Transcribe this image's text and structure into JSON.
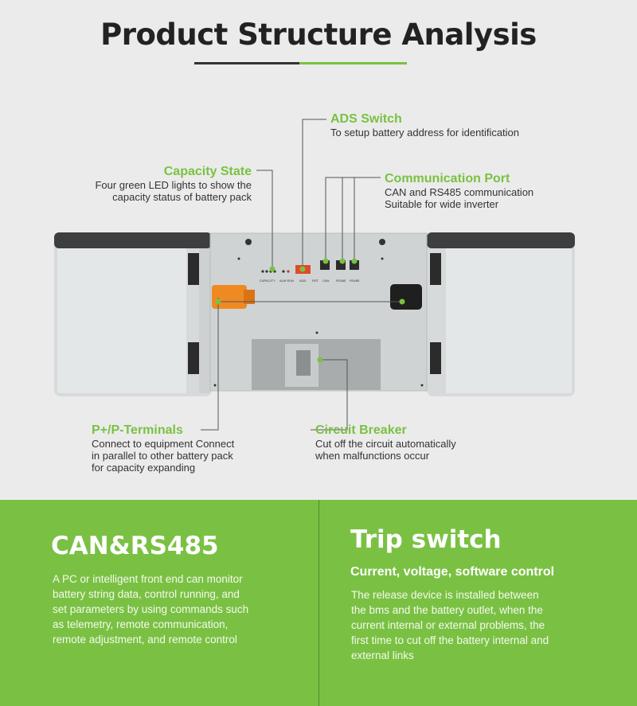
{
  "header": {
    "title": "Product Structure Analysis"
  },
  "callouts": {
    "ads": {
      "title": "ADS Switch",
      "desc": [
        "To setup battery address for identification"
      ]
    },
    "capacity": {
      "title": "Capacity State",
      "desc": [
        "Four green LED lights to show the",
        "capacity status of battery pack"
      ]
    },
    "comm": {
      "title": "Communication Port",
      "desc": [
        "CAN and RS485 communication",
        "Suitable for wide inverter"
      ]
    },
    "terminals": {
      "title": "P+/P-Terminals",
      "desc": [
        "Connect to equipment Connect",
        "in parallel to other battery pack",
        "for capacity expanding"
      ]
    },
    "breaker": {
      "title": "Circuit Breaker",
      "desc": [
        "Cut off the circuit automatically",
        "when malfunctions occur"
      ]
    }
  },
  "panel_labels": [
    "CAPACITY",
    "ALM RUN",
    "ADD",
    "RST",
    "CAN",
    "RS485",
    "RS485"
  ],
  "bottom": {
    "left": {
      "title": "CAN&RS485",
      "text": [
        "A PC or intelligent front end can monitor",
        "battery string data, control running, and",
        "set parameters by using commands such",
        "as telemetry, remote communication,",
        "remote adjustment, and remote control"
      ]
    },
    "right": {
      "title": "Trip switch",
      "subtitle": "Current, voltage, software control",
      "text": [
        "The release device is installed between",
        "the bms and the battery outlet, when the",
        "current internal or external problems, the",
        "first time to cut off the battery internal and",
        "external links"
      ]
    }
  },
  "colors": {
    "accent": "#7ac143",
    "divider": "#4f8a25",
    "dark": "#222222"
  }
}
